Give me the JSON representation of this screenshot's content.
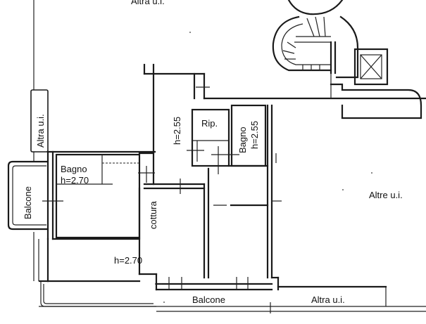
{
  "labels": {
    "altra_top": "Altra u.i.",
    "altra_left": "Altra u.i.",
    "altre_right": "Altre u.i.",
    "altra_bottom": "Altra u.i.",
    "balcone_left": "Balcone",
    "balcone_bottom": "Balcone",
    "bagno_left": "Bagno",
    "bagno_left_h": "h=2.70",
    "bagno_right": "Bagno",
    "bagno_right_h": "h=2.55",
    "rip": "Rip.",
    "corridor_h": "h=2.55",
    "cottura": "cottura",
    "living_h": "h=2.70"
  }
}
